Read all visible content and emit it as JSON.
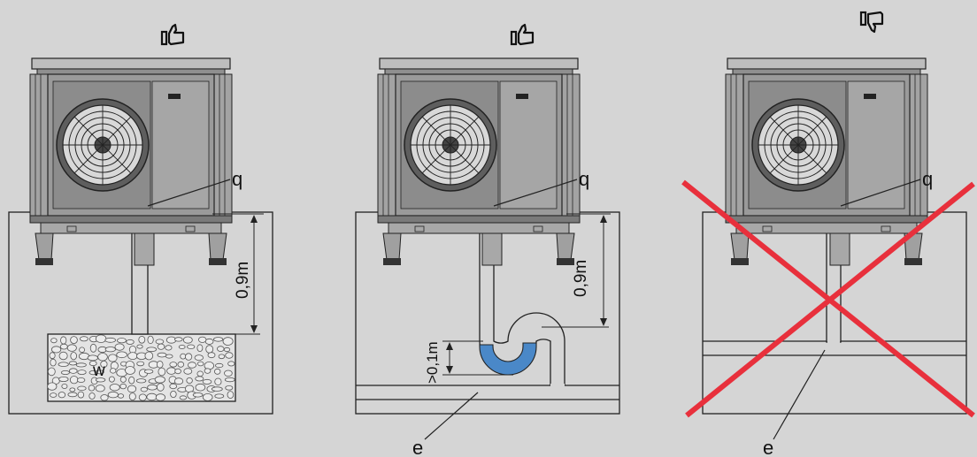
{
  "colors": {
    "background": "#d5d5d5",
    "ground": "#d5d5d5",
    "line": "#222222",
    "unit_body": "#9a9a9a",
    "unit_dark": "#6f6f6f",
    "water": "#4a88c8",
    "gravel": "#e6e6e6",
    "cross": "#e8303c"
  },
  "panels": [
    {
      "verdict_icon": "thumbs-up-icon",
      "labels": {
        "pipe": "q",
        "depth": "0,9m",
        "gravel": "w"
      }
    },
    {
      "verdict_icon": "thumbs-up-icon",
      "labels": {
        "pipe": "q",
        "depth": "0,9m",
        "trap": ">0,1m",
        "drain": "e"
      }
    },
    {
      "verdict_icon": "thumbs-down-icon",
      "labels": {
        "pipe": "q",
        "drain": "e"
      },
      "crossed_out": true
    }
  ]
}
